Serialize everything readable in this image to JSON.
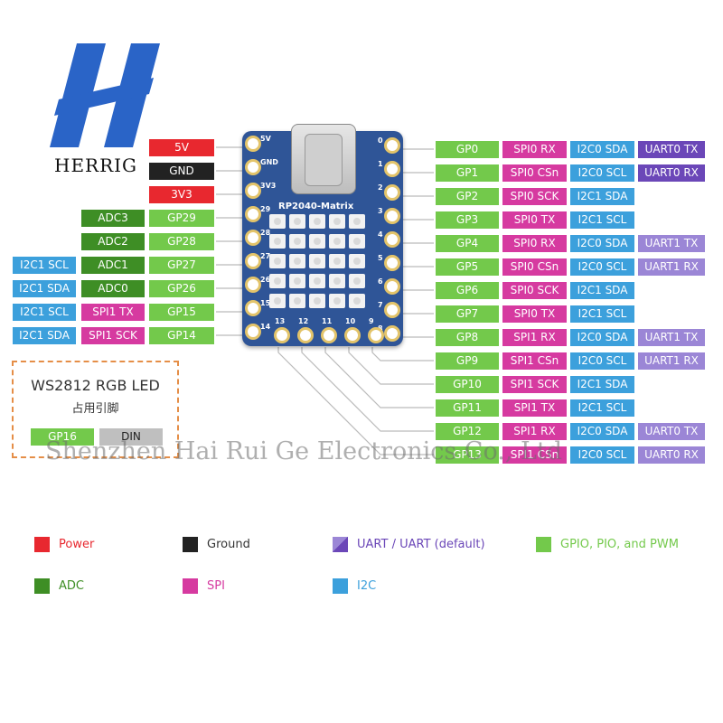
{
  "brand": {
    "name": "HERRIG"
  },
  "board": {
    "title": "RP2040-Matrix"
  },
  "colors": {
    "power": "#e8282f",
    "ground": "#222222",
    "uart": "#6b47b8",
    "uart_default": "#9b86d6",
    "gpio": "#73c94b",
    "adc": "#3e8e25",
    "spi": "#d63aa0",
    "i2c": "#3ca0dc",
    "din": "#bfbfbf",
    "ws_border": "#e58e47"
  },
  "left_rows": [
    {
      "cells": [
        {
          "text": "5V",
          "type": "power"
        }
      ]
    },
    {
      "cells": [
        {
          "text": "GND",
          "type": "ground"
        }
      ]
    },
    {
      "cells": [
        {
          "text": "3V3",
          "type": "power"
        }
      ]
    },
    {
      "cells": [
        {
          "text": "ADC3",
          "type": "adc"
        },
        {
          "text": "GP29",
          "type": "gpio"
        }
      ]
    },
    {
      "cells": [
        {
          "text": "ADC2",
          "type": "adc"
        },
        {
          "text": "GP28",
          "type": "gpio"
        }
      ]
    },
    {
      "cells": [
        {
          "text": "I2C1 SCL",
          "type": "i2c"
        },
        {
          "text": "ADC1",
          "type": "adc"
        },
        {
          "text": "GP27",
          "type": "gpio"
        }
      ]
    },
    {
      "cells": [
        {
          "text": "I2C1 SDA",
          "type": "i2c"
        },
        {
          "text": "ADC0",
          "type": "adc"
        },
        {
          "text": "GP26",
          "type": "gpio"
        }
      ]
    },
    {
      "cells": [
        {
          "text": "I2C1 SCL",
          "type": "i2c"
        },
        {
          "text": "SPI1 TX",
          "type": "spi"
        },
        {
          "text": "GP15",
          "type": "gpio"
        }
      ]
    },
    {
      "cells": [
        {
          "text": "I2C1 SDA",
          "type": "i2c"
        },
        {
          "text": "SPI1 SCK",
          "type": "spi"
        },
        {
          "text": "GP14",
          "type": "gpio"
        }
      ]
    }
  ],
  "right_rows": [
    {
      "cells": [
        {
          "text": "GP0",
          "type": "gpio"
        },
        {
          "text": "SPI0 RX",
          "type": "spi"
        },
        {
          "text": "I2C0 SDA",
          "type": "i2c"
        },
        {
          "text": "UART0 TX",
          "type": "uart"
        }
      ]
    },
    {
      "cells": [
        {
          "text": "GP1",
          "type": "gpio"
        },
        {
          "text": "SPI0 CSn",
          "type": "spi"
        },
        {
          "text": "I2C0 SCL",
          "type": "i2c"
        },
        {
          "text": "UART0 RX",
          "type": "uart"
        }
      ]
    },
    {
      "cells": [
        {
          "text": "GP2",
          "type": "gpio"
        },
        {
          "text": "SPI0 SCK",
          "type": "spi"
        },
        {
          "text": "I2C1 SDA",
          "type": "i2c"
        }
      ]
    },
    {
      "cells": [
        {
          "text": "GP3",
          "type": "gpio"
        },
        {
          "text": "SPI0 TX",
          "type": "spi"
        },
        {
          "text": "I2C1 SCL",
          "type": "i2c"
        }
      ]
    },
    {
      "cells": [
        {
          "text": "GP4",
          "type": "gpio"
        },
        {
          "text": "SPI0 RX",
          "type": "spi"
        },
        {
          "text": "I2C0 SDA",
          "type": "i2c"
        },
        {
          "text": "UART1 TX",
          "type": "uart_default"
        }
      ]
    },
    {
      "cells": [
        {
          "text": "GP5",
          "type": "gpio"
        },
        {
          "text": "SPI0 CSn",
          "type": "spi"
        },
        {
          "text": "I2C0 SCL",
          "type": "i2c"
        },
        {
          "text": "UART1 RX",
          "type": "uart_default"
        }
      ]
    },
    {
      "cells": [
        {
          "text": "GP6",
          "type": "gpio"
        },
        {
          "text": "SPI0 SCK",
          "type": "spi"
        },
        {
          "text": "I2C1 SDA",
          "type": "i2c"
        }
      ]
    },
    {
      "cells": [
        {
          "text": "GP7",
          "type": "gpio"
        },
        {
          "text": "SPI0 TX",
          "type": "spi"
        },
        {
          "text": "I2C1 SCL",
          "type": "i2c"
        }
      ]
    },
    {
      "cells": [
        {
          "text": "GP8",
          "type": "gpio"
        },
        {
          "text": "SPI1 RX",
          "type": "spi"
        },
        {
          "text": "I2C0 SDA",
          "type": "i2c"
        },
        {
          "text": "UART1 TX",
          "type": "uart_default"
        }
      ]
    },
    {
      "cells": [
        {
          "text": "GP9",
          "type": "gpio"
        },
        {
          "text": "SPI1 CSn",
          "type": "spi"
        },
        {
          "text": "I2C0 SCL",
          "type": "i2c"
        },
        {
          "text": "UART1 RX",
          "type": "uart_default"
        }
      ]
    },
    {
      "cells": [
        {
          "text": "GP10",
          "type": "gpio"
        },
        {
          "text": "SPI1 SCK",
          "type": "spi"
        },
        {
          "text": "I2C1 SDA",
          "type": "i2c"
        }
      ]
    },
    {
      "cells": [
        {
          "text": "GP11",
          "type": "gpio"
        },
        {
          "text": "SPI1 TX",
          "type": "spi"
        },
        {
          "text": "I2C1 SCL",
          "type": "i2c"
        }
      ]
    },
    {
      "cells": [
        {
          "text": "GP12",
          "type": "gpio"
        },
        {
          "text": "SPI1 RX",
          "type": "spi"
        },
        {
          "text": "I2C0 SDA",
          "type": "i2c"
        },
        {
          "text": "UART0 TX",
          "type": "uart_default"
        }
      ]
    },
    {
      "cells": [
        {
          "text": "GP13",
          "type": "gpio"
        },
        {
          "text": "SPI1 CSn",
          "type": "spi"
        },
        {
          "text": "I2C0 SCL",
          "type": "i2c"
        },
        {
          "text": "UART0 RX",
          "type": "uart_default"
        }
      ]
    }
  ],
  "board_pins": {
    "left": [
      "5V",
      "GND",
      "3V3",
      "29",
      "28",
      "27",
      "26",
      "15",
      "14"
    ],
    "right": [
      "0",
      "1",
      "2",
      "3",
      "4",
      "5",
      "6",
      "7",
      "8"
    ],
    "bottom": [
      "13",
      "12",
      "11",
      "10",
      "9"
    ]
  },
  "ws_box": {
    "title": "WS2812 RGB LED",
    "subtitle": "占用引脚",
    "cells": [
      {
        "text": "GP16",
        "type": "gpio"
      },
      {
        "text": "DIN",
        "type": "din"
      }
    ]
  },
  "watermark": "Shenzhen Hai Rui Ge Electronics Co., Ltd",
  "legend": [
    {
      "label": "Power",
      "type": "power"
    },
    {
      "label": "Ground",
      "type": "ground"
    },
    {
      "label": "UART / UART (default)",
      "type": "uart_pair"
    },
    {
      "label": "GPIO, PIO, and PWM",
      "type": "gpio"
    },
    {
      "label": "ADC",
      "type": "adc"
    },
    {
      "label": "SPI",
      "type": "spi"
    },
    {
      "label": "I2C",
      "type": "i2c"
    }
  ]
}
